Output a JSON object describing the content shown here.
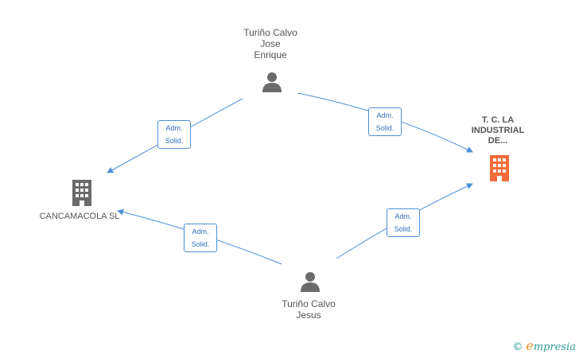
{
  "nodes": {
    "person_top": {
      "lines": [
        "Turiño Calvo",
        "Jose",
        "Enrique"
      ]
    },
    "person_bottom": {
      "lines": [
        "Turiño Calvo",
        "Jesus"
      ]
    },
    "company_left": {
      "lines": [
        "CANCAMACOLA SL"
      ]
    },
    "company_right": {
      "lines": [
        "T. C. LA",
        "INDUSTRIAL",
        "DE..."
      ]
    }
  },
  "edges": [
    {
      "label": [
        "Adm.",
        "Solid."
      ]
    },
    {
      "label": [
        "Adm.",
        "Solid."
      ]
    },
    {
      "label": [
        "Adm.",
        "Solid."
      ]
    },
    {
      "label": [
        "Adm.",
        "Solid."
      ]
    }
  ],
  "colors": {
    "edge": "#4a90d9",
    "person_icon": "#6b6b6b",
    "company_icon": "#6b6b6b",
    "company_main_icon": "#f26b38"
  },
  "footer": {
    "copyright": "©",
    "brand_initial": "e",
    "brand_rest": "mpresia"
  }
}
